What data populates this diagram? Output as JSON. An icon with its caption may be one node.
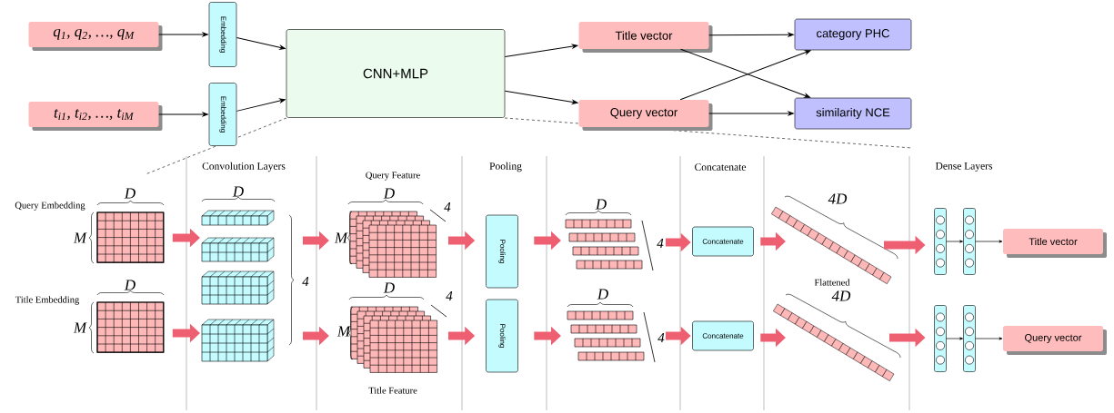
{
  "diagram": {
    "nodes": [
      {
        "text": [
          "q$_{1}$, q$_{2}$, …, q$_{M}$"
        ]
      },
      {
        "text": [
          "t$_{i1}$, t$_{i2}$, …, t$_{iM}$"
        ]
      },
      {
        "text": [
          "Embedding"
        ]
      },
      {
        "text": [
          "Embedding"
        ]
      },
      {
        "text": [
          "CNN+MLP"
        ]
      },
      {
        "text": [
          "Title vector"
        ]
      },
      {
        "text": [
          "Query vector"
        ]
      },
      {
        "text": [
          "category PHC"
        ]
      },
      {
        "text": [
          "similarity NCE"
        ]
      },
      {
        "text": [],
        "shape": "box",
        "beside": [
          "Query Embedding",
          "D",
          "M"
        ]
      },
      {
        "text": [],
        "shape": "box",
        "beside": [
          "Title Embedding",
          "D",
          "M"
        ]
      },
      {
        "text": [],
        "shape": "picture",
        "beside": [
          "D",
          "4"
        ]
      },
      {
        "text": [],
        "shape": "picture",
        "beside": [
          "Query Feature",
          "D",
          "4",
          "M"
        ]
      },
      {
        "text": [],
        "shape": "picture",
        "beside": [
          "D",
          "4",
          "M",
          "Title Feature"
        ]
      },
      {
        "text": [
          "Pooling"
        ]
      },
      {
        "text": [
          "Pooling"
        ]
      },
      {
        "text": [],
        "shape": "picture",
        "beside": [
          "D",
          "4"
        ]
      },
      {
        "text": [],
        "shape": "picture",
        "beside": [
          "D",
          "4"
        ]
      },
      {
        "text": [
          "Concatenate"
        ]
      },
      {
        "text": [
          "Concatenate"
        ]
      },
      {
        "text": [],
        "shape": "picture",
        "beside": [
          "4D"
        ]
      },
      {
        "text": [],
        "shape": "picture",
        "beside": [
          "4D"
        ]
      },
      {
        "text": [],
        "shape": "picture"
      },
      {
        "text": [],
        "shape": "picture"
      },
      {
        "text": [
          "Title vector"
        ]
      },
      {
        "text": [],
        "shape": "picture"
      },
      {
        "text": [],
        "shape": "picture"
      },
      {
        "text": [
          "Query vector"
        ]
      }
    ],
    "edges": [
      {
        "from": 0,
        "to": 2,
        "arrow": "to"
      },
      {
        "from": 1,
        "to": 3,
        "arrow": "to"
      },
      {
        "from": 2,
        "to": 4,
        "arrow": "to"
      },
      {
        "from": 3,
        "to": 4,
        "arrow": "to"
      },
      {
        "from": 4,
        "to": 5,
        "arrow": "to"
      },
      {
        "from": 4,
        "to": 6,
        "arrow": "to"
      },
      {
        "from": 5,
        "to": 7,
        "arrow": "to"
      },
      {
        "from": 5,
        "to": 8,
        "arrow": "to"
      },
      {
        "from": 6,
        "to": 7,
        "arrow": "to"
      },
      {
        "from": 6,
        "to": 8,
        "arrow": "to"
      },
      {
        "from": 9,
        "to": 11,
        "arrow": "to",
        "style": "thick",
        "color": "#ee5f72"
      },
      {
        "from": 10,
        "to": 11,
        "arrow": "to",
        "style": "thick",
        "color": "#ee5f72"
      },
      {
        "from": 11,
        "to": 12,
        "arrow": "to",
        "style": "thick",
        "color": "#ee5f72"
      },
      {
        "from": 11,
        "to": 13,
        "arrow": "to",
        "style": "thick",
        "color": "#ee5f72"
      },
      {
        "from": 12,
        "to": 14,
        "arrow": "to",
        "style": "thick",
        "color": "#ee5f72"
      },
      {
        "from": 13,
        "to": 15,
        "arrow": "to",
        "style": "thick",
        "color": "#ee5f72"
      },
      {
        "from": 14,
        "to": 16,
        "arrow": "to",
        "style": "thick",
        "color": "#ee5f72"
      },
      {
        "from": 15,
        "to": 17,
        "arrow": "to",
        "style": "thick",
        "color": "#ee5f72"
      },
      {
        "from": 16,
        "to": 18,
        "arrow": "to",
        "style": "thick",
        "color": "#ee5f72"
      },
      {
        "from": 17,
        "to": 19,
        "arrow": "to",
        "style": "thick",
        "color": "#ee5f72"
      },
      {
        "from": 18,
        "to": 20,
        "arrow": "to",
        "style": "thick",
        "color": "#ee5f72"
      },
      {
        "from": 19,
        "to": 21,
        "arrow": "to",
        "style": "thick",
        "color": "#ee5f72"
      },
      {
        "from": 20,
        "to": 22,
        "arrow": "to",
        "style": "thick",
        "color": "#ee5f72"
      },
      {
        "from": 21,
        "to": 25,
        "arrow": "to",
        "style": "thick",
        "color": "#ee5f72"
      },
      {
        "from": 22,
        "to": 23,
        "arrow": "to"
      },
      {
        "from": 23,
        "to": 24,
        "arrow": "to"
      },
      {
        "from": 25,
        "to": 26,
        "arrow": "to"
      },
      {
        "from": 26,
        "to": 27,
        "arrow": "to"
      }
    ],
    "labels": [
      "Convolution Layers",
      "Pooling",
      "Concatenate",
      "Dense Layers",
      "Flattened"
    ]
  }
}
